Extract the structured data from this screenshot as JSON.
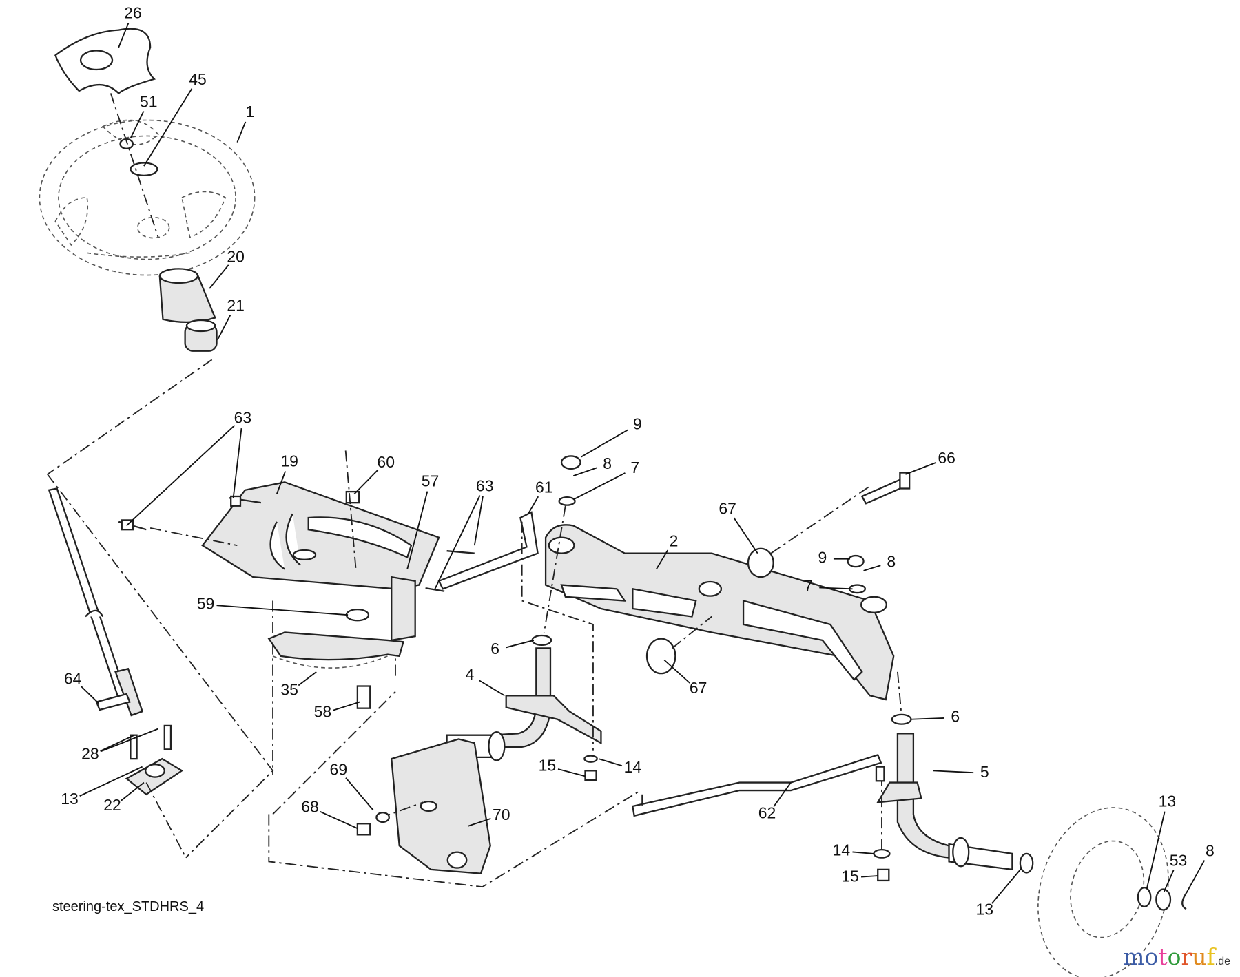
{
  "diagram": {
    "callouts": [
      "26",
      "51",
      "45",
      "1",
      "20",
      "21",
      "63",
      "19",
      "60",
      "57",
      "63",
      "61",
      "9",
      "8",
      "7",
      "66",
      "67",
      "2",
      "9",
      "8",
      "7",
      "59",
      "6",
      "67",
      "35",
      "58",
      "4",
      "64",
      "6",
      "28",
      "13",
      "22",
      "15",
      "14",
      "5",
      "69",
      "68",
      "70",
      "62",
      "13",
      "53",
      "8",
      "14",
      "15",
      "13"
    ],
    "caption": "steering-tex_STDHRS_4"
  },
  "logo": {
    "letters": [
      "m",
      "o",
      "t",
      "o",
      "r",
      "u",
      "f"
    ],
    "colors": [
      "#3b5ba5",
      "#3b5ba5",
      "#e8409a",
      "#2f9a3a",
      "#e0552a",
      "#e08a1e",
      "#e8c21e"
    ],
    "tld": ".de"
  }
}
